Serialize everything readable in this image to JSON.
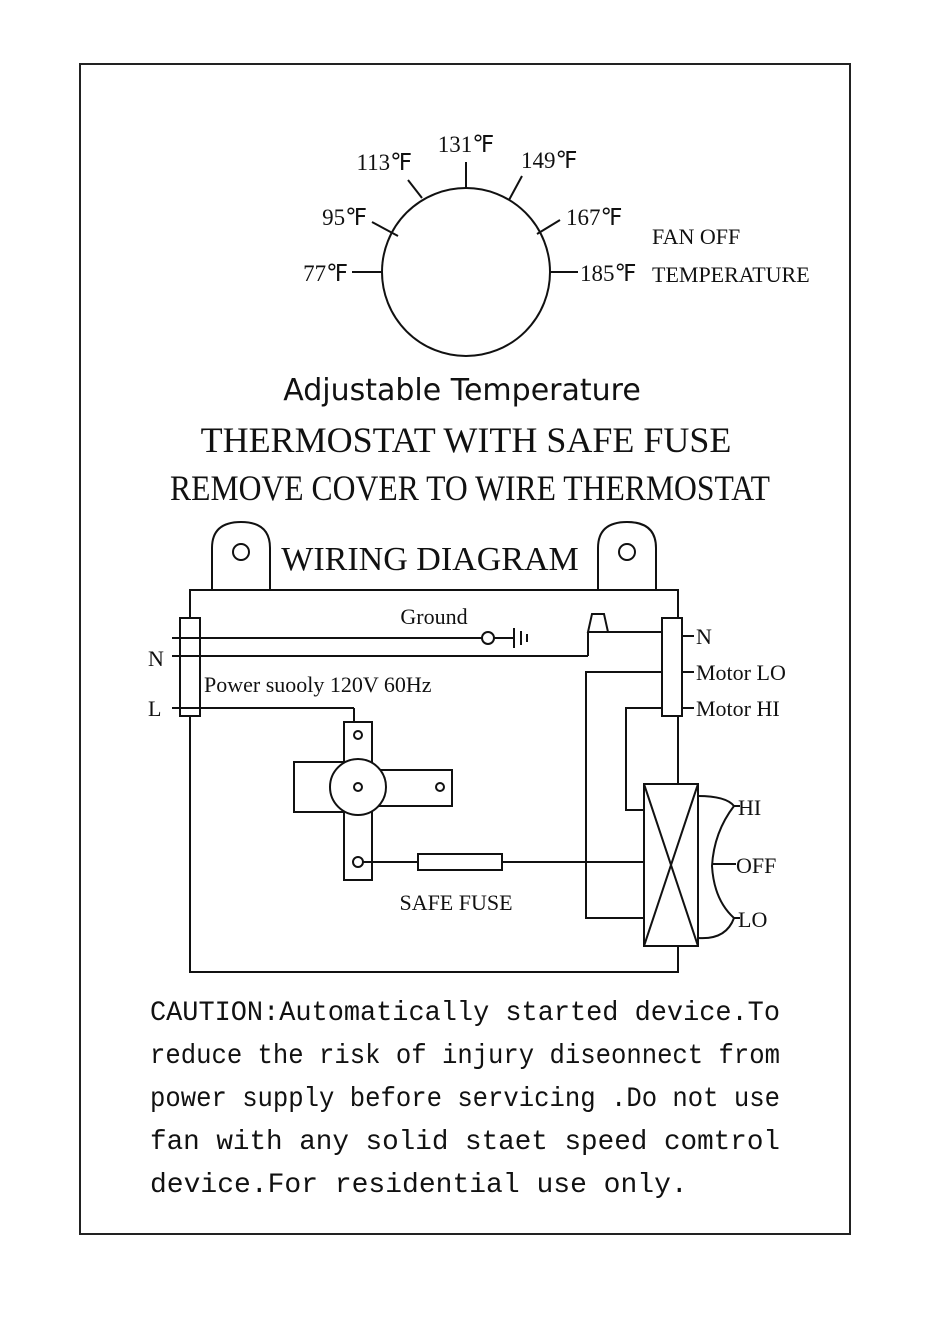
{
  "dial": {
    "labels": [
      "77℉",
      "95℉",
      "113℉",
      "131℉",
      "149℉",
      "167℉",
      "185℉"
    ],
    "fan_off_line1": "FAN OFF",
    "fan_off_line2": "TEMPERATURE"
  },
  "headings": {
    "title": "Adjustable Temperature",
    "line2": "THERMOSTAT WITH SAFE FUSE",
    "line3": "REMOVE COVER TO WIRE THERMOSTAT"
  },
  "wiring": {
    "title": "WIRING DIAGRAM",
    "ground": "Ground",
    "power_supply": "Power suooly 120V 60Hz",
    "left_n": "N",
    "left_l": "L",
    "right_n": "N",
    "motor_lo": "Motor LO",
    "motor_hi": "Motor HI",
    "switch_hi": "HI",
    "switch_off": "OFF",
    "switch_lo": "LO",
    "safe_fuse": "SAFE FUSE"
  },
  "caution": {
    "line1": "CAUTION:Automatically started device.To",
    "line2": "reduce the risk of injury diseonnect from",
    "line3": "power supply before servicing .Do not use",
    "line4": "fan with any solid staet speed comtrol",
    "line5": "device.For residential use only."
  }
}
